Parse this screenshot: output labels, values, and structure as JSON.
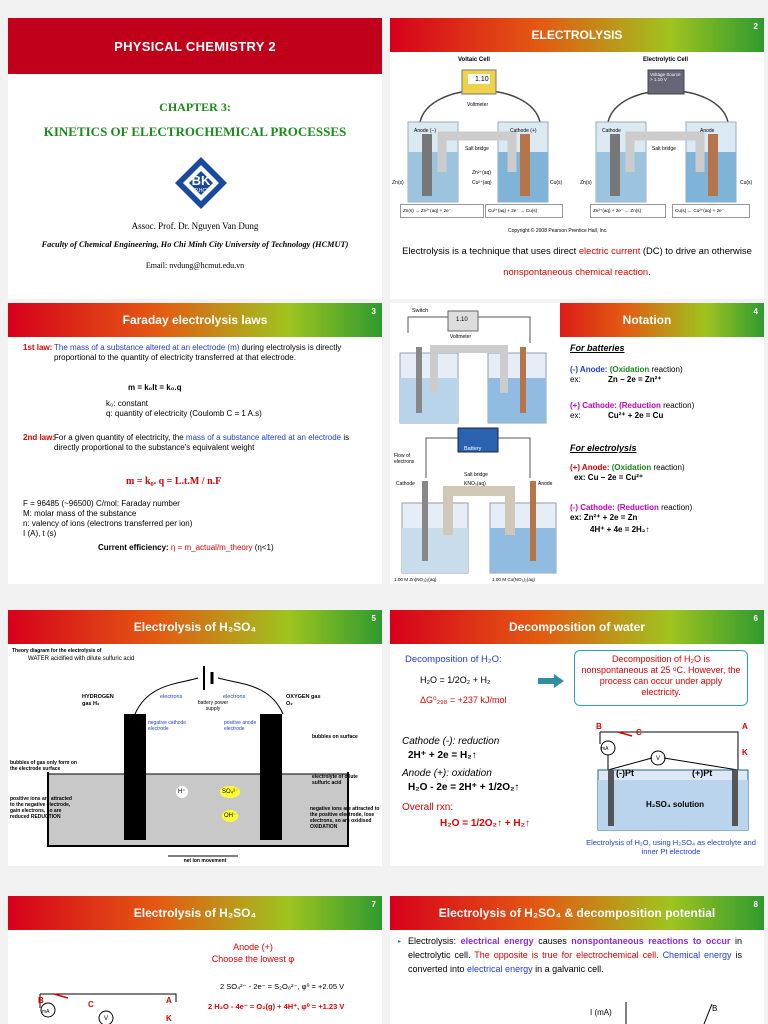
{
  "slide1": {
    "title": "PHYSICAL CHEMISTRY 2",
    "chapter": "CHAPTER 3:",
    "subtitle": "KINETICS OF ELECTROCHEMICAL PROCESSES",
    "logo_text": "BK",
    "logo_sub": "TP.HCM",
    "author": "Assoc. Prof. Dr. Nguyen Van Dung",
    "affiliation": "Faculty of Chemical Engineering, Ho Chi Minh City University of Technology (HCMUT)",
    "email": "Email: nvdung@hcmut.edu.vn"
  },
  "slide2": {
    "title": "ELECTROLYSIS",
    "num": "2",
    "voltaic_label": "Voltaic Cell",
    "electrolytic_label": "Electrolytic Cell",
    "meter": "1.10",
    "voltmeter": "Voltmeter",
    "voltage_source": "Voltage Source > 1.10 V",
    "anode": "Anode (−)",
    "cathode": "Cathode (+)",
    "anode_plain": "Anode",
    "cathode_plain": "Cathode",
    "salt_bridge": "Salt bridge",
    "zn": "Zn(s)",
    "cu": "Cu(s)",
    "zn_aq": "Zn²⁺(aq)",
    "cu_aq": "Cu²⁺(aq)",
    "eq1": "Zn(s) → Zn²⁺(aq) + 2e⁻",
    "eq2": "Cu²⁺(aq) + 2e⁻ → Cu(s)",
    "eq3": "Zn²⁺(aq) + 2e⁻ ← Zn(s)",
    "eq4": "Cu(s) ← Cu²⁺(aq) + 2e⁻",
    "copyright": "Copyright © 2008 Pearson Prentice Hall, Inc.",
    "desc_a": "Electrolysis is a technique that uses direct ",
    "desc_b": "electric current",
    "desc_c": " (DC) to drive an otherwise ",
    "desc_d": "nonspontaneous chemical reaction",
    "desc_e": "."
  },
  "slide3": {
    "title": "Faraday electrolysis laws",
    "num": "3",
    "law1_label": "1st law:",
    "law1_a": "The mass of a substance altered at an electrode (m)",
    "law1_b": " during electrolysis is directly proportional to the quantity of electricity transferred at that electrode.",
    "formula1": "m = k₀It = k₀.q",
    "k0": "k₀: constant",
    "q": "q: quantity of electricity (Coulomb C = 1 A.s)",
    "law2_label": "2nd law:",
    "law2_a": "For a given quantity of electricity, the ",
    "law2_b": "mass of a substance altered at an electrode",
    "law2_c": " is directly proportional to the substance's equivalent weight",
    "formula2": "m = k₀. q = L.t.M / n.F",
    "f1": "F = 96485 (~96500) C/mol: Faraday number",
    "f2": "M: molar mass of the substance",
    "f3": "n: valency of ions (electrons transferred per ion)",
    "f4": "I (A), t (s)",
    "eff_label": "Current efficiency: ",
    "eff_formula": "η = m_actual/m_theory",
    "eff_note": "(η<1)"
  },
  "slide4": {
    "title": "Notation",
    "num": "4",
    "batteries": "For batteries",
    "bat_anode_a": "(-) Anode: ",
    "bat_anode_b": "(Oxidation",
    "bat_anode_c": " reaction)",
    "bat_ex1": "ex:",
    "bat_eq1": "Zn − 2e = Zn²⁺",
    "bat_cath_a": "(+) Cathode: ",
    "bat_cath_b": "(Reduction",
    "bat_cath_c": " reaction)",
    "bat_ex2": "ex:",
    "bat_eq2": "Cu²⁺ + 2e = Cu",
    "electrolysis": "For electrolysis",
    "el_anode_a": "(+) Anode: ",
    "el_anode_b": "(Oxidation",
    "el_anode_c": " reaction)",
    "el_eq1": "ex: Cu − 2e = Cu²⁺",
    "el_cath_a": "(-) Cathode: ",
    "el_cath_b": "(Reduction",
    "el_cath_c": " reaction)",
    "el_eq2": "ex: Zn²⁺ + 2e = Zn",
    "el_eq3": "4H⁺ + 4e = 2H₂↑",
    "switch": "Switch",
    "voltmeter": "Voltmeter",
    "meter": "1.10",
    "battery": "Battery",
    "flow": "Flow of electrons",
    "salt_bridge": "Salt bridge",
    "kno3": "KNO₃(aq)",
    "cathode": "Cathode",
    "anode": "Anode",
    "sol1": "1.00 M Zn(NO₃)₂(aq)",
    "sol2": "1.00 M Cu(NO₃)₂(aq)"
  },
  "slide5": {
    "title": "Electrolysis of H₂SO₄",
    "num": "5",
    "theory": "Theory diagram for the electrolysis of",
    "water": "WATER acidified with dilute sulfuric acid",
    "hydrogen": "HYDROGEN gas H₂",
    "oxygen": "OXYGEN gas O₂",
    "electrons_l": "electrons",
    "electrons_r": "electrons",
    "battery": "battery power supply",
    "neg_electrode": "negative cathode electrode",
    "pos_electrode": "positive anode electrode",
    "bubbles_l": "bubbles of gas only form on the electrode surface",
    "bubbles_r": "bubbles on surface",
    "electrolyte": "electrolyte of dilute sulfuric acid",
    "pos_ions": "positive ions are attracted to the negative electrode, gain electrons, so are reduced REDUCTION",
    "neg_ions": "negative ions are attracted to the positive electrode, lose electrons, so are oxidised OXIDATION",
    "net_ion": "net ion movement",
    "ion_h": "H⁺",
    "ion_so4": "SO₄²⁻",
    "ion_oh": "OH⁻"
  },
  "slide6": {
    "title": "Decomposition of water",
    "num": "6",
    "decomp_label": "Decomposition of H₂O:",
    "decomp_eq": "H₂O = 1/2O₂ + H₂",
    "delta_g": "ΔG⁰₂₉₈ = +237 kJ/mol",
    "box_text": "Decomposition of H₂O is nonspontaneous at 25 ᵒC. However, the process can occur under apply electricity.",
    "cathode_label": "Cathode (-): reduction",
    "cathode_eq": "2H⁺ + 2e = H₂↑",
    "anode_label": "Anode (+): oxidation",
    "anode_eq": "H₂O - 2e = 2H⁺ + 1/2O₂↑",
    "overall_label": "Overall rxn:",
    "overall_eq": "H₂O = 1/2O₂↑ + H₂↑",
    "b": "B",
    "a": "A",
    "c": "C",
    "k": "K",
    "ma": "mA",
    "v": "V",
    "neg_pt": "(-)Pt",
    "pos_pt": "(+)Pt",
    "solution": "H₂SO₄ solution",
    "caption": "Electrolysis of H₂O, using H₂SO₄ as electrolyte and inner Pt electrode"
  },
  "slide7": {
    "title": "Electrolysis of H₂SO₄",
    "num": "7",
    "anode_label": "Anode (+)",
    "choose": "Choose the lowest φ",
    "eq1": "2 SO₄²⁻ - 2e⁻ = S₂O₈²⁻, φ⁰ = +2.05 V",
    "eq2": "2 H₂O - 4e⁻ = O₂(g) + 4H⁺, φ⁰ = +1.23 V",
    "b": "B",
    "a": "A",
    "c": "C",
    "k": "K",
    "ma": "mA",
    "v": "V"
  },
  "slide8": {
    "title": "Electrolysis of H₂SO₄ & decomposition potential",
    "num": "8",
    "b1": "Electrolysis: ",
    "b2": "electrical energy",
    "b3": " causes ",
    "b4": "nonspontaneous reactions to occur",
    "b5": " in electrolytic cell. ",
    "b6": "The opposite is true for electrochemical cell. ",
    "b7": "Chemical energy",
    "b8": " is converted into ",
    "b9": "electrical energy",
    "b10": " in a galvanic cell.",
    "ylabel": "I (mA)",
    "b_label": "B"
  },
  "colors": {
    "accent_red": "#d7001c",
    "green": "#1a8a1a",
    "blue": "#1f3fd1"
  }
}
